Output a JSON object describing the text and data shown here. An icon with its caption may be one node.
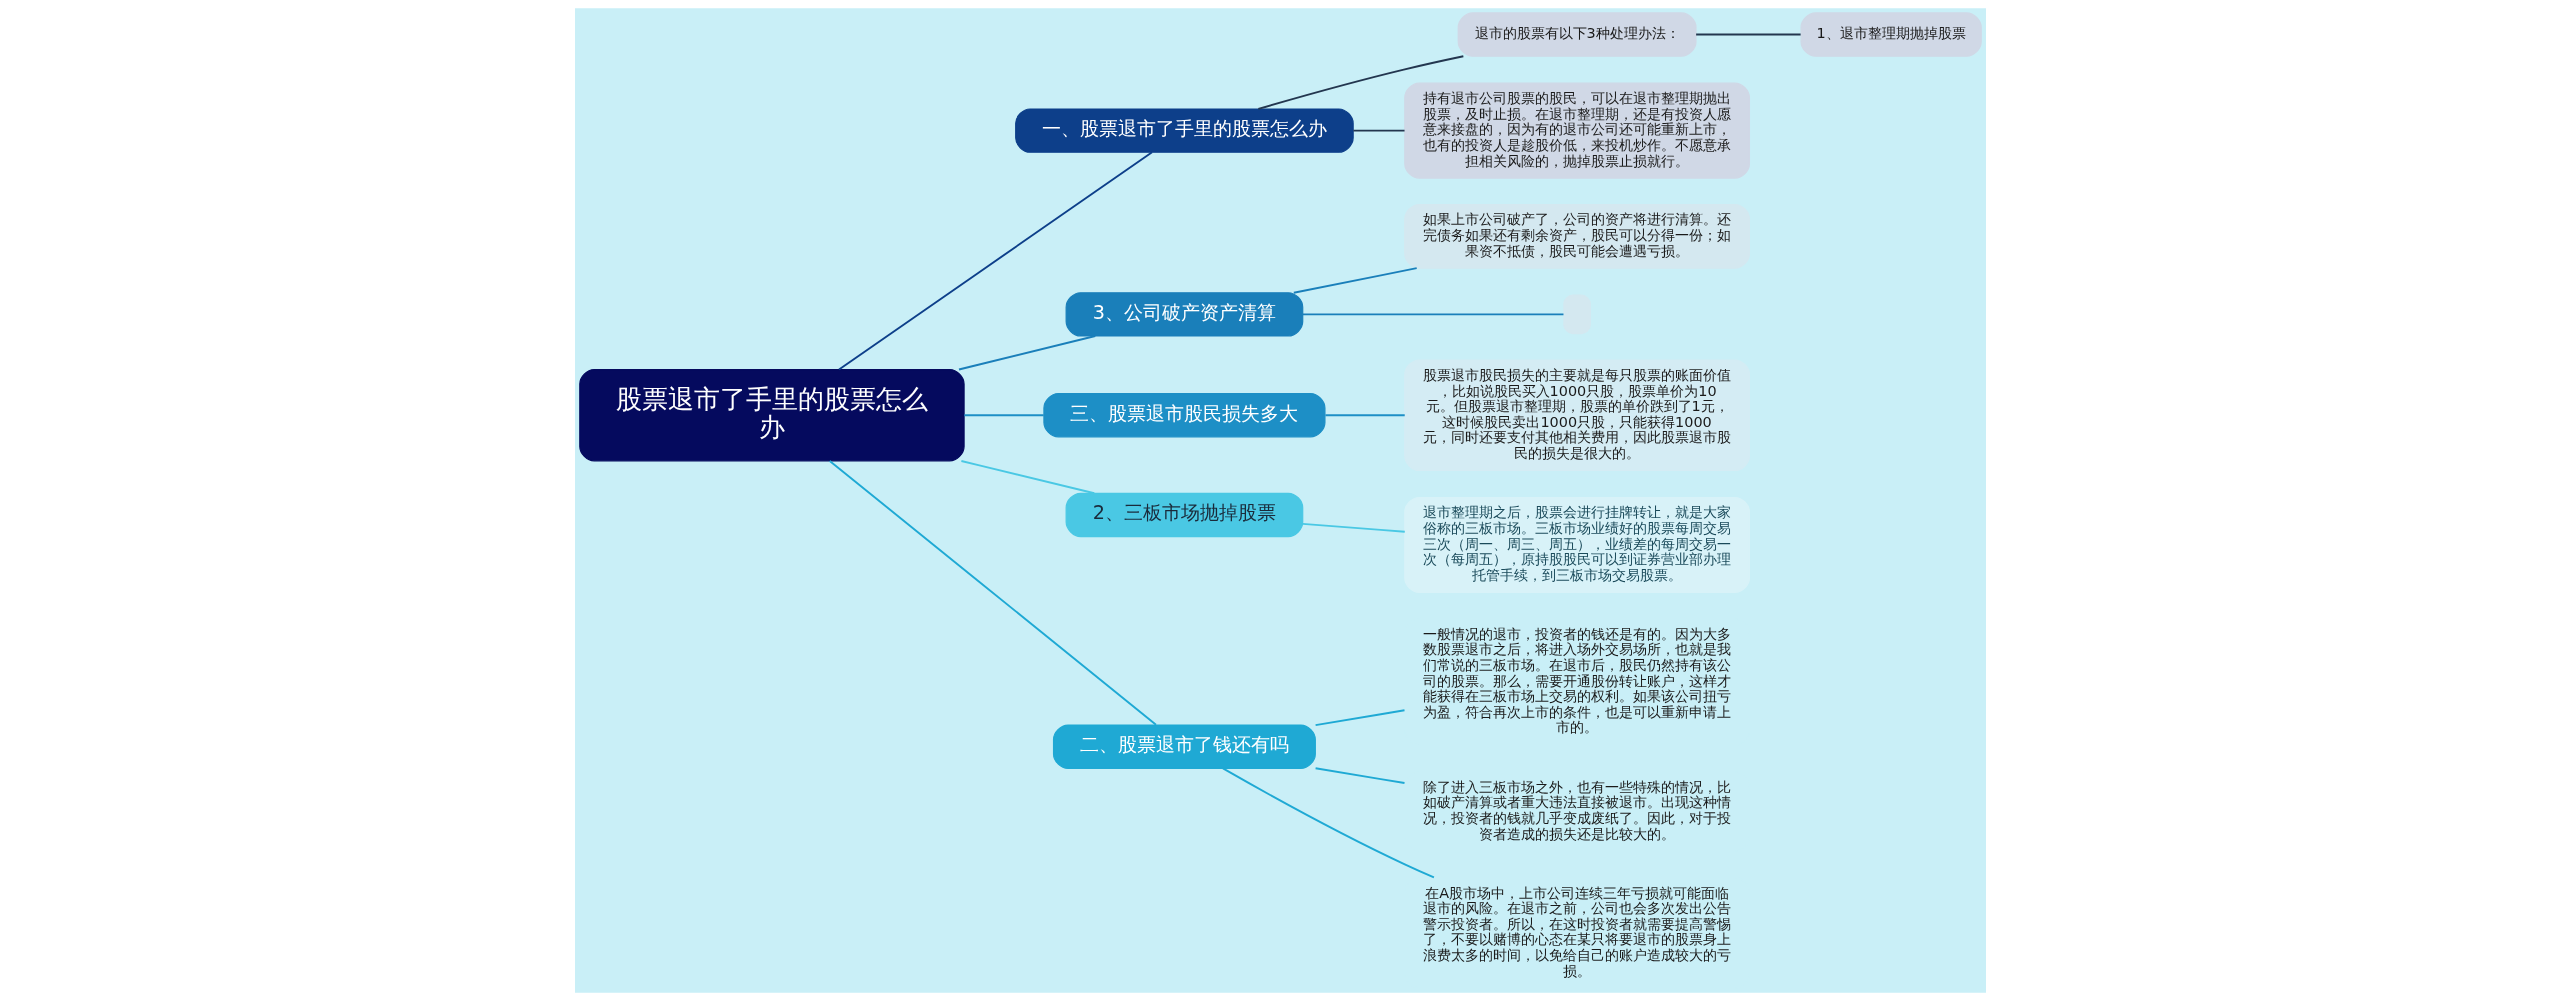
{
  "diagram": {
    "nodes": [
      {
        "text": [
          "股票退市了手里的股票怎么办"
        ]
      },
      {
        "text": [
          "一、股票退市了手里的股票怎么办"
        ]
      },
      {
        "text": [
          "退市的股票有以下3种处理办法："
        ]
      },
      {
        "text": [
          "1、退市整理期抛掉股票"
        ]
      },
      {
        "text": [
          "持有退市公司股票的股民，可以在退市整理期抛出股票，及时止损。在退市整理期，还是有投资人愿意来接盘的，因为有的退市公司还可能重新上市，也有的投资人是趁股价低，来投机炒作。不愿意承担相关风险的，抛掉股票止损就行。"
        ]
      },
      {
        "text": [
          "3、公司破产资产清算"
        ]
      },
      {
        "text": [
          "如果上市公司破产了，公司的资产将进行清算。还完债务如果还有剩余资产，股民可以分得一份；如果资不抵债，股民可能会遭遇亏损。"
        ]
      },
      {
        "text": [],
        "shape": "box"
      },
      {
        "text": [
          "三、股票退市股民损失多大"
        ]
      },
      {
        "text": [
          "股票退市股民损失的主要就是每只股票的账面价值，比如说股民买入1000只股，股票单价为10元。但股票退市整理期，股票的单价跌到了1元，这时候股民卖出1000只股，只能获得1000元，同时还要支付其他相关费用，因此股票退市股民的损失是很大的。"
        ]
      },
      {
        "text": [
          "2、三板市场抛掉股票"
        ]
      },
      {
        "text": [
          "退市整理期之后，股票会进行挂牌转让，就是大家俗称的三板市场。三板市场业绩好的股票每周交易三次（周一、周三、周五），业绩差的每周交易一次（每周五），原持股股民可以到证券营业部办理托管手续，到三板市场交易股票。"
        ]
      },
      {
        "text": [
          "二、股票退市了钱还有吗"
        ]
      },
      {
        "text": [
          "一般情况的退市，投资者的钱还是有的。因为大多数股票退市之后，将进入场外交易场所，也就是我们常说的三板市场。在退市后，股民仍然持有该公司的股票。那么，需要开通股份转让账户，这样才能获得在三板市场上交易的权利。如果该公司扭亏为盈，符合再次上市的条件，也是可以重新申请上市的。"
        ]
      },
      {
        "text": [
          "除了进入三板市场之外，也有一些特殊的情况，比如破产清算或者重大违法直接被退市。出现这种情况，投资者的钱就几乎变成废纸了。因此，对于投资者造成的损失还是比较大的。"
        ]
      },
      {
        "text": [
          "在A股市场中，上市公司连续三年亏损就可能面临退市的风险。在退市之前，公司也会多次发出公告警示投资者。所以，在这时投资者就需要提高警惕了，不要以赌博的心态在某只将要退市的股票身上浪费太多的时间，以免给自己的账户造成较大的亏损。"
        ]
      }
    ],
    "edges": [
      {
        "from": 0,
        "to": 1,
        "arrow": "none",
        "color": "#0d3f8a"
      },
      {
        "from": 1,
        "to": 2,
        "arrow": "none",
        "color": "#23364f"
      },
      {
        "from": 2,
        "to": 3,
        "arrow": "none",
        "color": "#23364f"
      },
      {
        "from": 1,
        "to": 4,
        "arrow": "none",
        "color": "#23364f"
      },
      {
        "from": 0,
        "to": 5,
        "arrow": "none",
        "color": "#1a7fba"
      },
      {
        "from": 5,
        "to": 6,
        "arrow": "none",
        "color": "#1a7fba"
      },
      {
        "from": 5,
        "to": 7,
        "arrow": "none",
        "color": "#1a7fba"
      },
      {
        "from": 0,
        "to": 8,
        "arrow": "none",
        "color": "#1d8fc6"
      },
      {
        "from": 8,
        "to": 9,
        "arrow": "none",
        "color": "#1d8fc6"
      },
      {
        "from": 0,
        "to": 10,
        "arrow": "none",
        "color": "#4ac8e4"
      },
      {
        "from": 10,
        "to": 11,
        "arrow": "none",
        "color": "#4ac8e4"
      },
      {
        "from": 0,
        "to": 12,
        "arrow": "none",
        "color": "#1fa9d4"
      },
      {
        "from": 12,
        "to": 13,
        "arrow": "none",
        "color": "#1fa9d4"
      },
      {
        "from": 12,
        "to": 14,
        "arrow": "none",
        "color": "#1fa9d4"
      },
      {
        "from": 12,
        "to": 15,
        "arrow": "none",
        "color": "#1fa9d4"
      }
    ]
  }
}
